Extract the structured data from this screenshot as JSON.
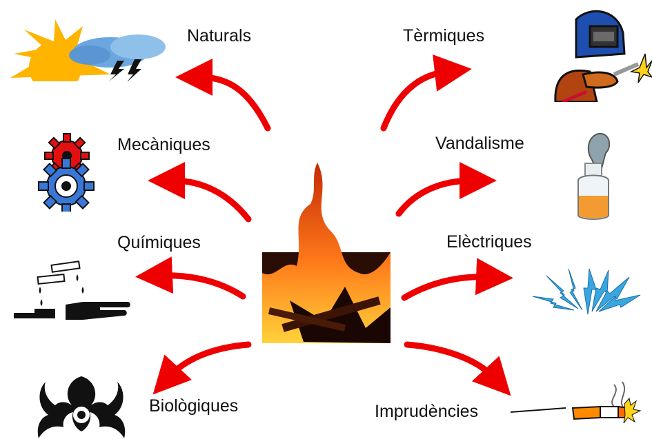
{
  "labels": {
    "naturals": "Naturals",
    "termiques": "Tèrmiques",
    "mecaniques": "Mecàniques",
    "vandalisme": "Vandalisme",
    "quimiques": "Químiques",
    "electriques": "Elèctriques",
    "biologiques": "Biològiques",
    "imprudencies": "Imprudències"
  },
  "colors": {
    "arrow": "#ee0000",
    "text": "#111111",
    "fire": "#e85a10",
    "gear_red": "#e21010",
    "gear_blue": "#3a78d8",
    "lightning_blue": "#3aa6e0"
  },
  "icons": {
    "center": "fire-photo-icon",
    "naturals": "sun-storm-cloud-icon",
    "termiques": "welder-torch-icon",
    "mecaniques": "gears-icon",
    "vandalisme": "molotov-bottle-icon",
    "quimiques": "corrosive-hazard-icon",
    "electriques": "electric-sparks-icon",
    "biologiques": "biohazard-icon",
    "imprudencies": "cigarette-icon"
  }
}
